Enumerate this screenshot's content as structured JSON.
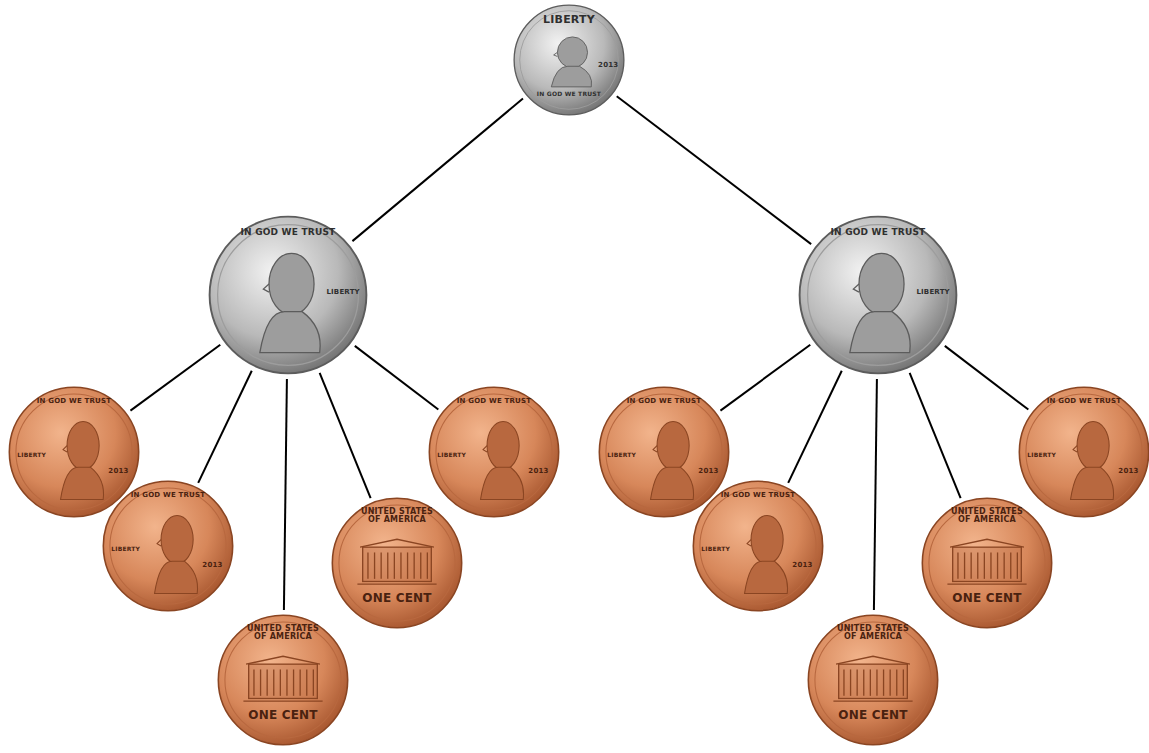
{
  "diagram": {
    "nodes": [
      {
        "text": [
          "LIBERTY",
          "IN GOD WE TRUST",
          "2013"
        ]
      },
      {
        "text": [
          "IN GOD WE TRUST",
          "LIBERTY"
        ]
      },
      {
        "text": [
          "IN GOD WE TRUST",
          "LIBERTY"
        ]
      },
      {
        "text": [
          "IN GOD WE TRUST",
          "LIBERTY",
          "2013"
        ]
      },
      {
        "text": [
          "IN GOD WE TRUST",
          "LIBERTY",
          "2013"
        ]
      },
      {
        "text": [
          "UNITED STATES OF AMERICA",
          "ONE CENT"
        ]
      },
      {
        "text": [
          "UNITED STATES OF AMERICA",
          "ONE CENT"
        ]
      },
      {
        "text": [
          "IN GOD WE TRUST",
          "LIBERTY",
          "2013"
        ]
      },
      {
        "text": [
          "IN GOD WE TRUST",
          "LIBERTY",
          "2013"
        ]
      },
      {
        "text": [
          "IN GOD WE TRUST",
          "LIBERTY",
          "2013"
        ]
      },
      {
        "text": [
          "UNITED STATES OF AMERICA",
          "ONE CENT"
        ]
      },
      {
        "text": [
          "UNITED STATES OF AMERICA",
          "ONE CENT"
        ]
      },
      {
        "text": [
          "IN GOD WE TRUST",
          "LIBERTY",
          "2013"
        ]
      }
    ],
    "edges": [
      {
        "from": 0,
        "to": 1,
        "arrow": "none"
      },
      {
        "from": 0,
        "to": 2,
        "arrow": "none"
      },
      {
        "from": 1,
        "to": 3,
        "arrow": "none"
      },
      {
        "from": 1,
        "to": 4,
        "arrow": "none"
      },
      {
        "from": 1,
        "to": 5,
        "arrow": "none"
      },
      {
        "from": 1,
        "to": 6,
        "arrow": "none"
      },
      {
        "from": 1,
        "to": 7,
        "arrow": "none"
      },
      {
        "from": 2,
        "to": 8,
        "arrow": "none"
      },
      {
        "from": 2,
        "to": 9,
        "arrow": "none"
      },
      {
        "from": 2,
        "to": 10,
        "arrow": "none"
      },
      {
        "from": 2,
        "to": 11,
        "arrow": "none"
      },
      {
        "from": 2,
        "to": 12,
        "arrow": "none"
      }
    ]
  }
}
